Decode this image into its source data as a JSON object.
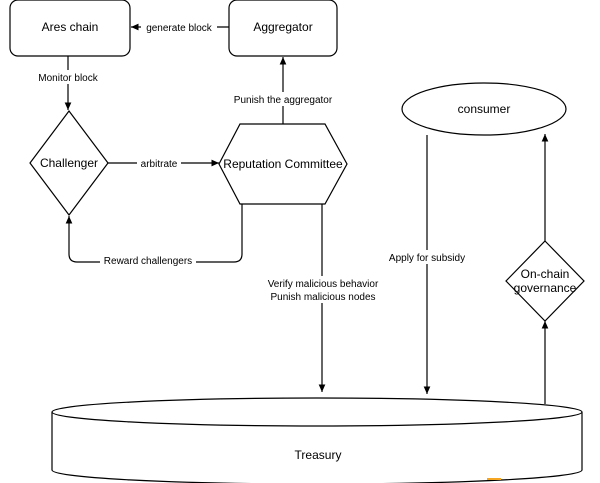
{
  "nodes": {
    "ares_chain": "Ares chain",
    "aggregator": "Aggregator",
    "challenger": "Challenger",
    "reputation_committee": "Reputation Committee",
    "consumer": "consumer",
    "onchain_governance_line1": "On-chain",
    "onchain_governance_line2": "governance",
    "treasury": "Treasury"
  },
  "edges": {
    "generate_block": "generate block",
    "monitor_block": "Monitor block",
    "arbitrate": "arbitrate",
    "punish_aggregator": "Punish the aggregator",
    "reward_challengers": "Reward challengers",
    "verify_line1": "Verify malicious behavior",
    "verify_line2": "Punish malicious nodes",
    "apply_subsidy": "Apply for subsidy"
  },
  "colors": {
    "stroke": "#000000",
    "fill": "#ffffff",
    "accent": "#f5a623"
  }
}
